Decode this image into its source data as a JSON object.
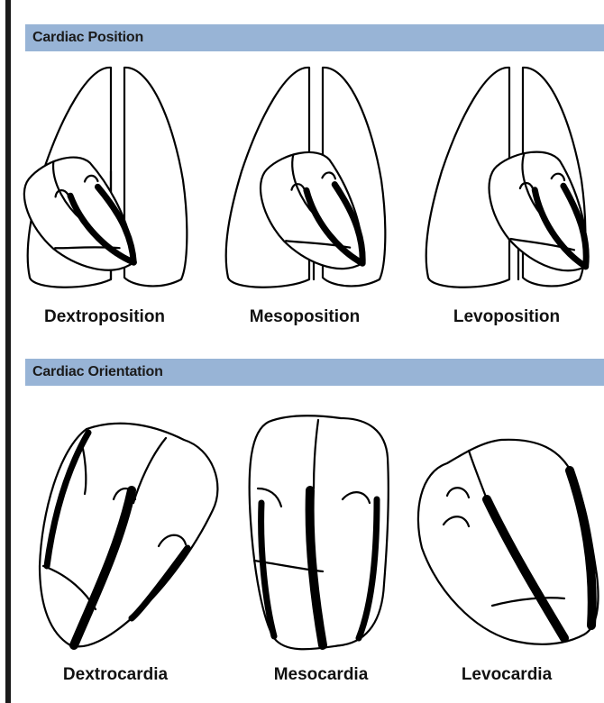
{
  "sections": {
    "position": {
      "header": "Cardiac Position",
      "labels": [
        "Dextroposition",
        "Mesoposition",
        "Levoposition"
      ]
    },
    "orientation": {
      "header": "Cardiac Orientation",
      "labels": [
        "Dextrocardia",
        "Mesocardia",
        "Levocardia"
      ]
    }
  },
  "colors": {
    "header_band": "#98b4d6",
    "ink": "#000000"
  }
}
